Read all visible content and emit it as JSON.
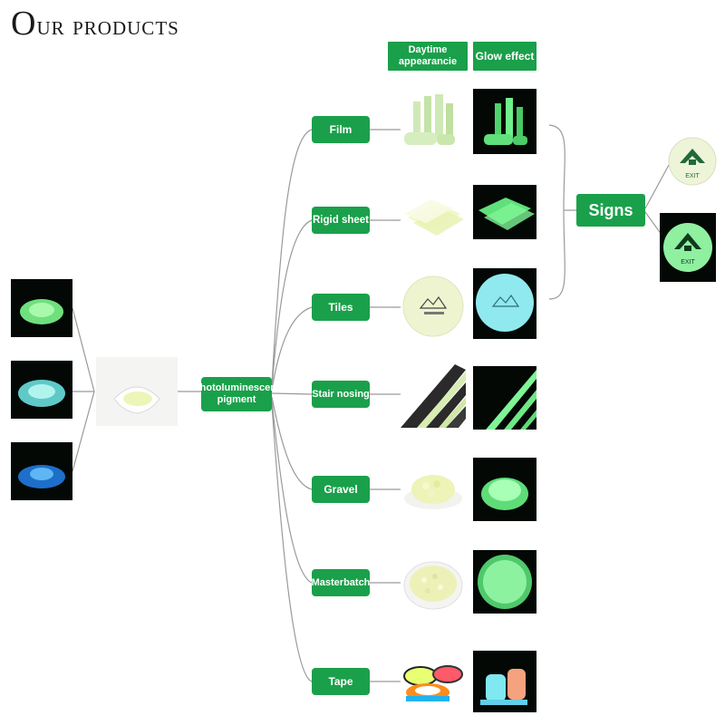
{
  "title": "Our products",
  "headers": {
    "daytime": "Daytime appearancie",
    "glow": "Glow effect"
  },
  "center": "Photoluminescent pigment",
  "products": [
    {
      "label": "Film",
      "image": "film-rolls"
    },
    {
      "label": "Rigid sheet",
      "image": "rigid-sheets"
    },
    {
      "label": "Tiles",
      "image": "round-tile"
    },
    {
      "label": "Stair nosing",
      "image": "stair-nosing-strips"
    },
    {
      "label": "Gravel",
      "image": "gravel-bowl"
    },
    {
      "label": "Masterbatch",
      "image": "masterbatch-pellets"
    },
    {
      "label": "Tape",
      "image": "tape-rolls"
    }
  ],
  "signs": {
    "label": "Signs",
    "exit_text": "EXIT"
  },
  "colors": {
    "green": "#1aa04a",
    "glow_green": "#7dff9a",
    "glow_blue": "#7fe8f0",
    "glow_deep_blue": "#3aa6ff"
  }
}
